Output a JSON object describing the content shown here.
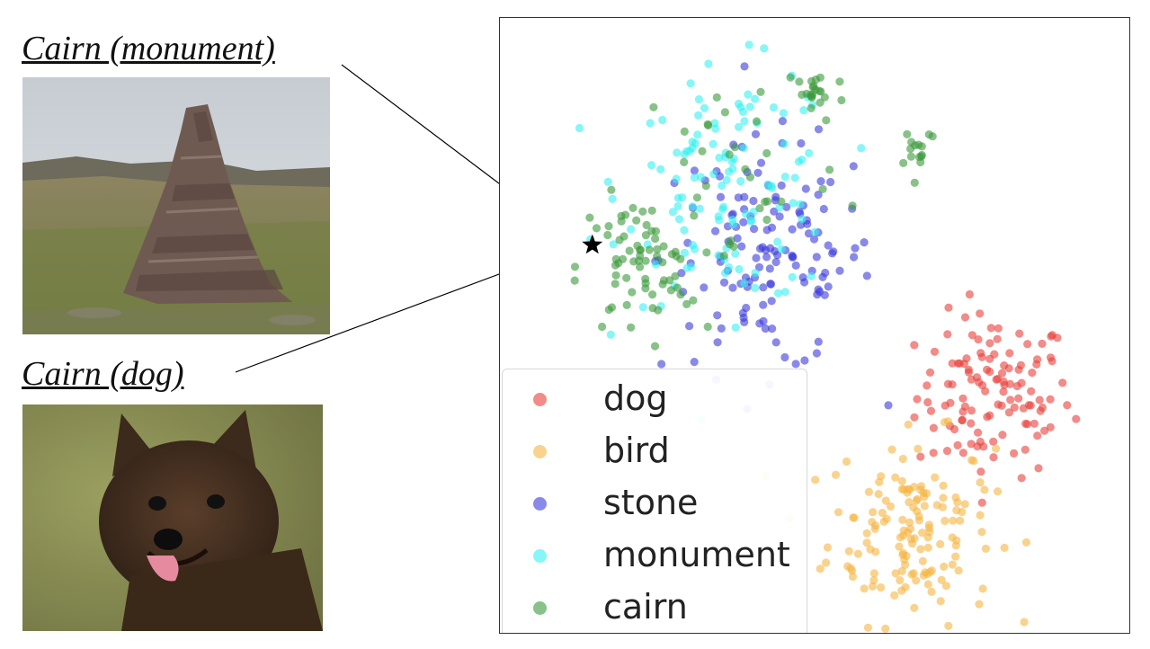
{
  "captions": {
    "monument": "Cairn (monument)",
    "dog": "Cairn (dog)"
  },
  "images": {
    "monument": "photo of a stacked stone cairn on a hillside",
    "dog": "photo of a Cairn terrier dog"
  },
  "colors": {
    "dog": "#e8403a",
    "bird": "#f5b642",
    "stone": "#3b3bdc",
    "monument": "#35f0f0",
    "cairn": "#3a9a3a",
    "marker": "#000000",
    "frame": "#333333"
  },
  "chart_data": {
    "type": "scatter",
    "title": "",
    "xlabel": "",
    "ylabel": "",
    "grid": false,
    "axes_visible": false,
    "legend_position": "bottom-left",
    "xlim": [
      0,
      100
    ],
    "ylim": [
      0,
      100
    ],
    "series": [
      {
        "name": "dog",
        "clusters": [
          {
            "cx": 80,
            "cy": 38,
            "sx": 6.5,
            "sy": 7,
            "n": 120
          }
        ]
      },
      {
        "name": "bird",
        "clusters": [
          {
            "cx": 66,
            "cy": 15,
            "sx": 7,
            "sy": 8,
            "n": 150
          }
        ]
      },
      {
        "name": "stone",
        "clusters": [
          {
            "cx": 42,
            "cy": 62,
            "sx": 9,
            "sy": 10,
            "n": 140
          }
        ]
      },
      {
        "name": "monument",
        "clusters": [
          {
            "cx": 36,
            "cy": 74,
            "sx": 9,
            "sy": 10,
            "n": 120
          }
        ]
      },
      {
        "name": "cairn",
        "clusters": [
          {
            "cx": 20,
            "cy": 60,
            "sx": 5,
            "sy": 6,
            "n": 70
          },
          {
            "cx": 50,
            "cy": 90,
            "sx": 2.5,
            "sy": 2.5,
            "n": 22
          },
          {
            "cx": 37,
            "cy": 77,
            "sx": 9,
            "sy": 10,
            "n": 30
          },
          {
            "cx": 67,
            "cy": 81,
            "sx": 1.8,
            "sy": 2.2,
            "n": 15
          }
        ]
      }
    ],
    "highlight": {
      "symbol": "star",
      "x": 12.5,
      "y": 64
    }
  },
  "legend": [
    {
      "key": "dog",
      "label": "dog"
    },
    {
      "key": "bird",
      "label": "bird"
    },
    {
      "key": "stone",
      "label": "stone"
    },
    {
      "key": "monument",
      "label": "monument"
    },
    {
      "key": "cairn",
      "label": "cairn"
    }
  ]
}
